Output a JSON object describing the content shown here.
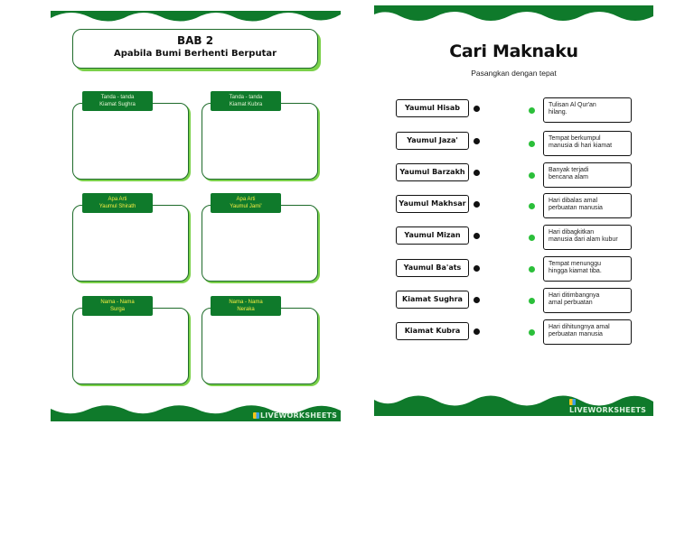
{
  "page1": {
    "title": "BAB 2",
    "subtitle": "Apabila Bumi Berhenti Berputar",
    "cards": [
      {
        "label": "Tanda - tanda\nKiamat Sughra",
        "highlight": false
      },
      {
        "label": "Tanda - tanda\nKiamat Kubra",
        "highlight": false
      },
      {
        "label": "Apa Arti\nYaumul Shirath",
        "highlight": true
      },
      {
        "label": "Apa Arti\nYaumul Jami'",
        "highlight": true
      },
      {
        "label": "Nama - Nama\nSurga",
        "highlight": true
      },
      {
        "label": "Nama - Nama\nNeraka",
        "highlight": true
      }
    ],
    "footer_logo": "LIVEWORKSHEETS"
  },
  "page2": {
    "title": "Cari Maknaku",
    "subtitle": "Pasangkan dengan tepat",
    "terms": [
      "Yaumul Hisab",
      "Yaumul Jaza'",
      "Yaumul Barzakh",
      "Yaumul Makhsar",
      "Yaumul Mizan",
      "Yaumul Ba'ats",
      "Kiamat Sughra",
      "Kiamat Kubra"
    ],
    "definitions": [
      "Tulisan Al Qur'an\nhilang.",
      "Tempat berkumpul\nmanusia di hari kiamat",
      "Banyak terjadi\nbencana alam",
      "Hari dibalas amal\nperbuatan manusia",
      "Hari dibagkitkan\nmanusia dari alam kubur",
      "Tempat menunggu\nhingga kiamat tiba.",
      "Hari ditimbangnya\namal perbuatan",
      "Hari dihitungnya amal\nperbuatan manusia"
    ],
    "footer_logo": "LIVEWORKSHEETS"
  },
  "colors": {
    "dark_green": "#0f7a2b",
    "light_green": "#7bd14a",
    "dot_green": "#2bbf3a",
    "tag_yellow": "#f6ec43"
  }
}
